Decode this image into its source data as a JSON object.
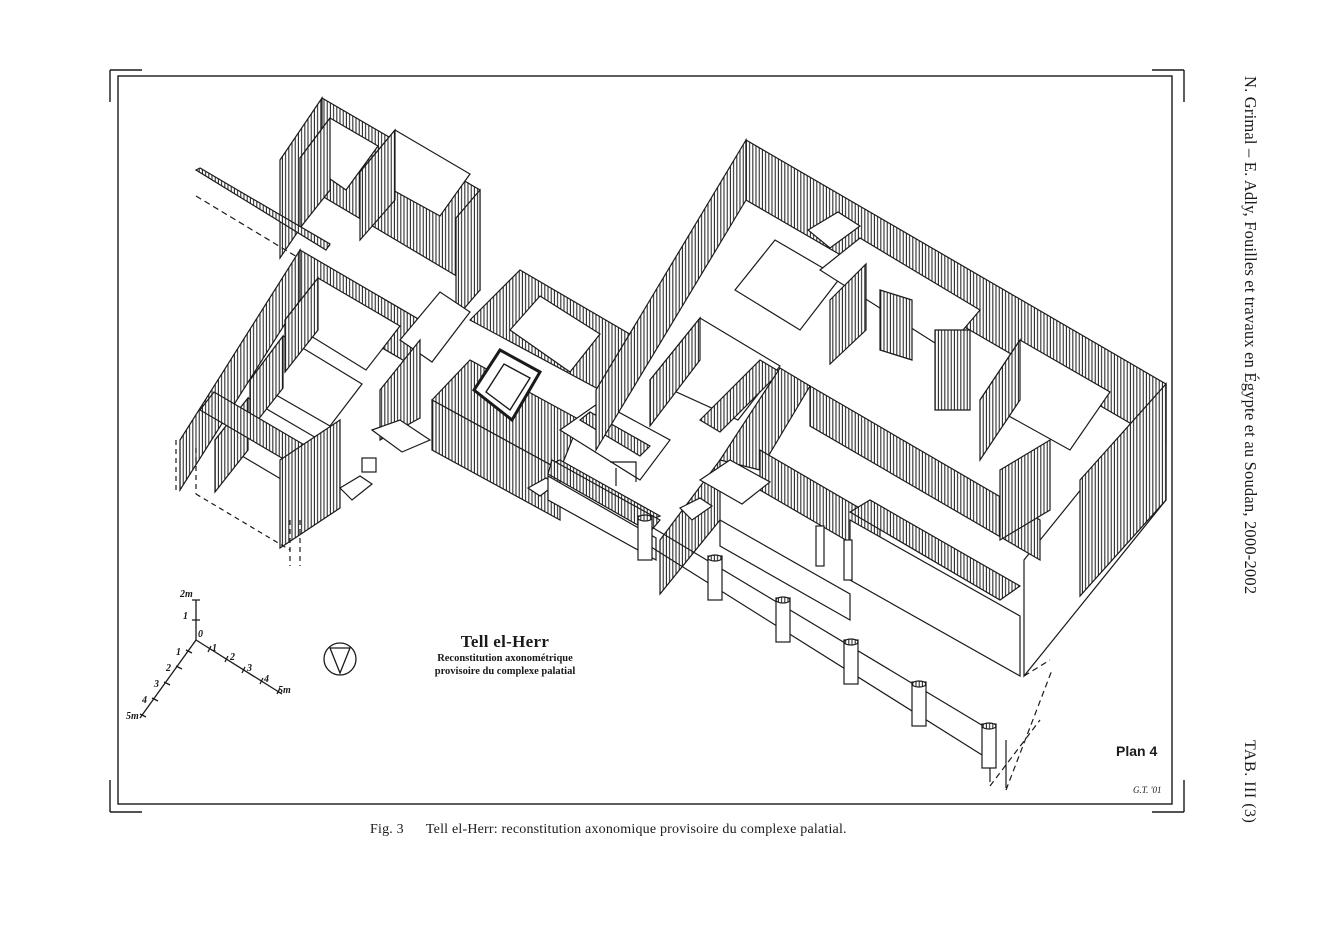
{
  "header": {
    "running_title": "N. Grimal – E. Adly, Fouilles et travaux en Égypte et au Soudan, 2000-2002",
    "plate_number": "TAB. III (3)"
  },
  "figure": {
    "title": "Tell el-Herr",
    "subtitle_line1": "Reconstitution axonométrique",
    "subtitle_line2": "provisoire du complexe palatial",
    "plan_label": "Plan 4",
    "initials": "G.T. '01",
    "scale": {
      "vertical": [
        "0",
        "1",
        "2m"
      ],
      "east": [
        "1",
        "2",
        "3",
        "4",
        "5m"
      ],
      "west": [
        "1",
        "2",
        "3",
        "4",
        "5m"
      ]
    }
  },
  "caption": {
    "number": "Fig. 3",
    "text": "Tell el-Herr: reconstitution axonomique provisoire du complexe palatial."
  }
}
